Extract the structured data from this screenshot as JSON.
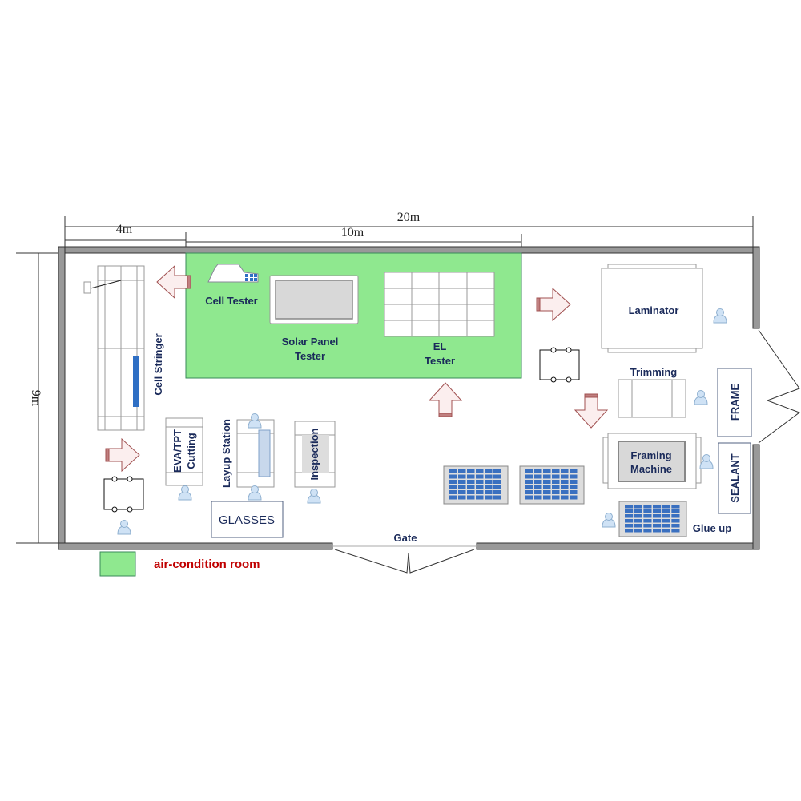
{
  "dimensions": {
    "total_length": "20m",
    "stringer_zone": "4m",
    "clean_zone": "10m",
    "width": "9m"
  },
  "stations": {
    "cell_tester": "Cell Tester",
    "solar_panel_tester_1": "Solar Panel",
    "solar_panel_tester_2": "Tester",
    "el_tester_1": "EL",
    "el_tester_2": "Tester",
    "cell_stringer": "Cell Stringer",
    "eva_cutting_1": "EVA/TPT",
    "eva_cutting_2": "Cutting",
    "layup_station": "Layup Station",
    "inspection": "Inspection",
    "glasses": "GLASSES",
    "laminator": "Laminator",
    "trimming": "Trimming",
    "framing_1": "Framing",
    "framing_2": "Machine",
    "frame": "FRAME",
    "sealant": "SEALANT",
    "glue_up": "Glue  up",
    "gate": "Gate"
  },
  "legend": {
    "label": "air-condition room",
    "color": "#8fe88f",
    "label_color": "#c00000"
  },
  "colors": {
    "wall": "#999999",
    "panel_cell": "#3a70c0",
    "arrow_fill": "#fbeeee"
  }
}
